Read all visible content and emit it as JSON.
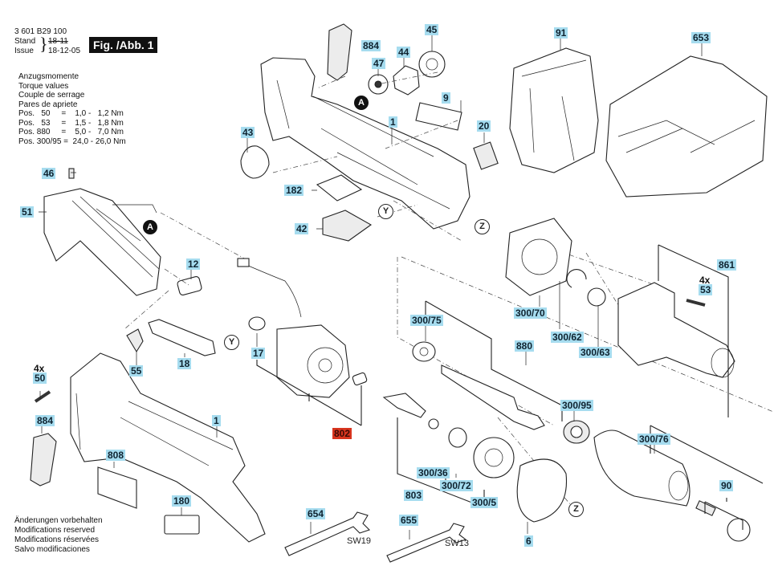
{
  "header": {
    "part_number": "3 601 B29 100",
    "stand_label": "Stand",
    "issue_label": "Issue",
    "stand_value": "18-11",
    "issue_value": "18-12-05",
    "figure_title": "Fig. /Abb. 1"
  },
  "torque": {
    "titles": [
      "Anzugsmomente",
      "Torque values",
      "Couple de serrage",
      "Pares de apriete"
    ],
    "rows": [
      "Pos.   50     =    1,0 -   1,2 Nm",
      "Pos.   53     =    1,5 -   1,8 Nm",
      "Pos. 880     =    5,0 -   7,0 Nm",
      "Pos. 300/95 =  24,0 - 26,0 Nm"
    ]
  },
  "footer": {
    "lines": [
      "Änderungen vorbehalten",
      "Modifications reserved",
      "Modifications réservées",
      "Salvo modificaciones"
    ]
  },
  "colors": {
    "label_bg": "#a6dcef",
    "highlight_bg": "#d8351f"
  },
  "callouts": {
    "A": "A",
    "Y": "Y",
    "Z": "Z"
  },
  "quantities": {
    "q50": "4x",
    "q53": "4x"
  },
  "wrench_sizes": {
    "w654": "SW19",
    "w655": "SW13"
  },
  "parts": {
    "p884a": "884",
    "p45": "45",
    "p47": "47",
    "p44": "44",
    "p91": "91",
    "p653": "653",
    "p9": "9",
    "p1a": "1",
    "p43": "43",
    "p20": "20",
    "p46": "46",
    "p182": "182",
    "p51": "51",
    "p42": "42",
    "p12": "12",
    "p861": "861",
    "p53": "53",
    "p300_70": "300/70",
    "p300_75": "300/75",
    "p300_62": "300/62",
    "p300_63": "300/63",
    "p880": "880",
    "p17": "17",
    "p55": "55",
    "p18": "18",
    "p50": "50",
    "p300_95": "300/95",
    "p1b": "1",
    "p884b": "884",
    "p802": "802",
    "p300_76": "300/76",
    "p808": "808",
    "p300_36": "300/36",
    "p300_72": "300/72",
    "p803": "803",
    "p300_5": "300/5",
    "p90": "90",
    "p180": "180",
    "p654": "654",
    "p655": "655",
    "p6": "6"
  }
}
